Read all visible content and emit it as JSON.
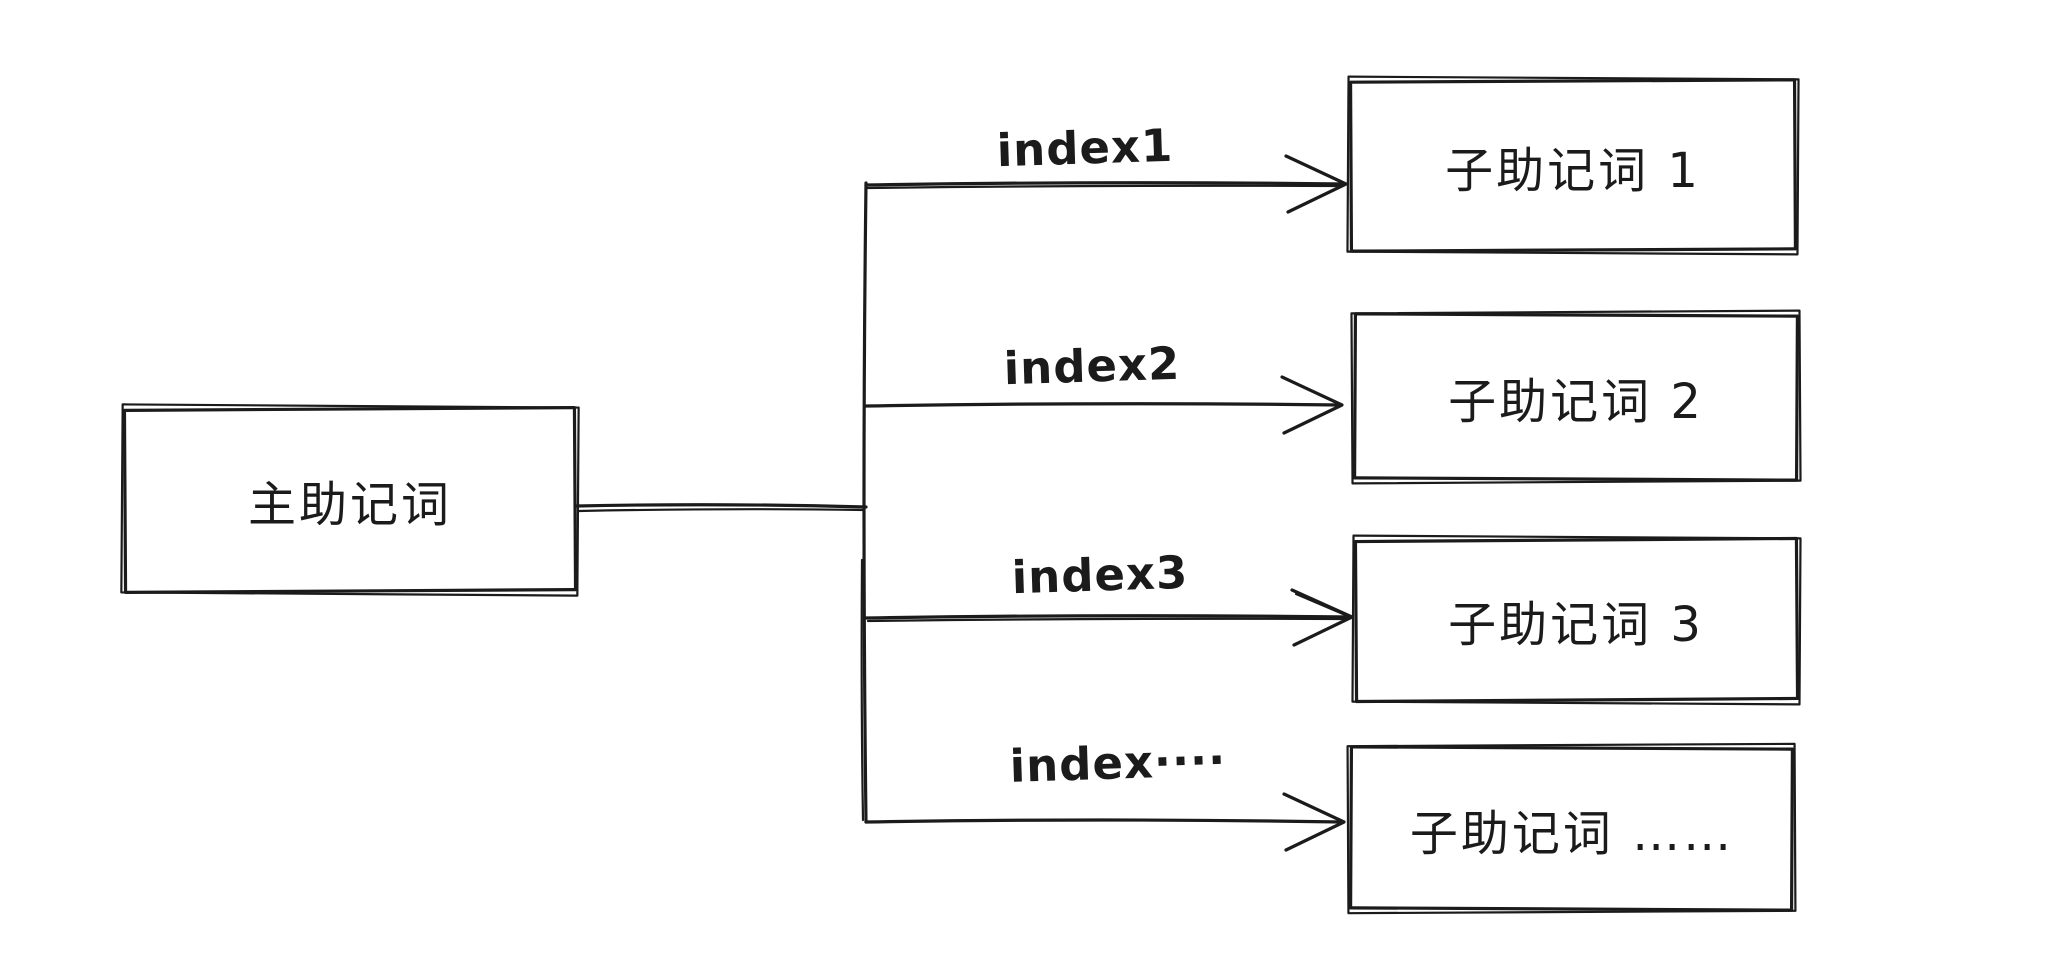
{
  "diagram": {
    "background_color": "#ffffff",
    "stroke_color": "#1b1b1b",
    "main_node": {
      "label": "主助记词"
    },
    "children": [
      {
        "edge_label": "index1",
        "label": "子助记词 1"
      },
      {
        "edge_label": "index2",
        "label": "子助记词 2"
      },
      {
        "edge_label": "index3",
        "label": "子助记词 3"
      },
      {
        "edge_label": "index····",
        "label": "子助记词 ……"
      }
    ]
  }
}
